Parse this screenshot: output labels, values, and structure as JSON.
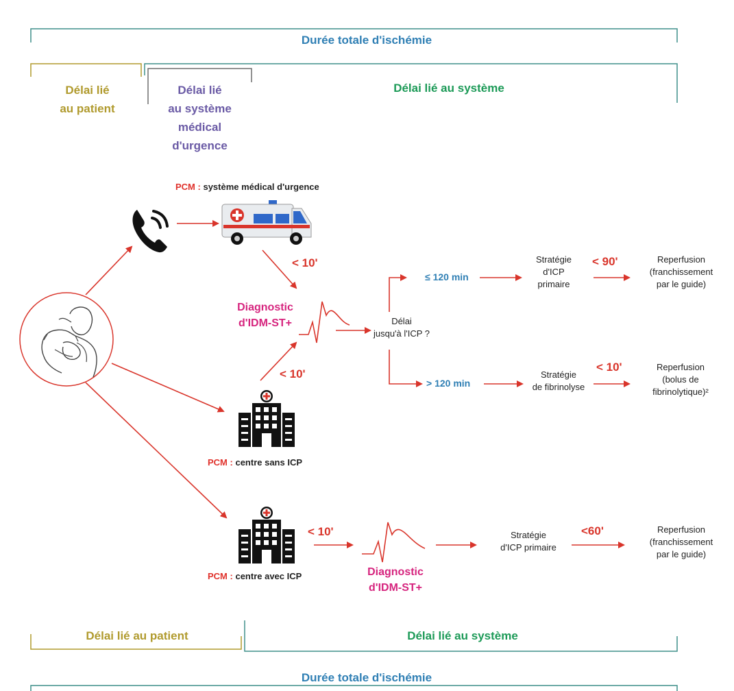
{
  "top": {
    "total_ischemia": "Durée totale d'ischémie",
    "patient_delay": [
      "Délai lié",
      "au patient"
    ],
    "ems_delay": [
      "Délai lié",
      "au système",
      "médical",
      "d'urgence"
    ],
    "system_delay": "Délai lié au système"
  },
  "bottom": {
    "patient_delay": "Délai lié au patient",
    "system_delay": "Délai lié au système",
    "total_ischemia": "Durée totale d'ischémie"
  },
  "pcm_prefix": "PCM :",
  "pcm_ems": "système médical d'urgence",
  "pcm_no_icp": "centre sans ICP",
  "pcm_with_icp": "centre avec ICP",
  "times": {
    "ambulance_to_diag": "< 10'",
    "center_to_diag": "< 10'",
    "le120": "≤ 120 min",
    "gt120": "> 120 min",
    "lt90": "< 90'",
    "lt10_fib": "< 10'",
    "icp_center_to_diag": "< 10'",
    "lt60": "<60'"
  },
  "diagnostic": [
    "Diagnostic",
    "d'IDM-ST+"
  ],
  "delay_question": [
    "Délai",
    "jusqu'à l'ICP ?"
  ],
  "strategy_icp_primary_upper": [
    "Stratégie",
    "d'ICP",
    "primaire"
  ],
  "strategy_fibrinolysis": [
    "Stratégie",
    "de fibrinolyse"
  ],
  "strategy_icp_primary_lower": [
    "Stratégie",
    "d'ICP primaire"
  ],
  "reperfusion_guide_upper": [
    "Reperfusion",
    "(franchissement",
    "par le guide)"
  ],
  "reperfusion_bolus": [
    "Reperfusion",
    "(bolus de",
    "fibrinolytique)²"
  ],
  "reperfusion_guide_lower": [
    "Reperfusion",
    "(franchissement",
    "par le guide)"
  ],
  "colors": {
    "blue": "#2f7fb4",
    "gold": "#b09a2d",
    "purple": "#6a5aa5",
    "green": "#1c9a57",
    "teal": "#3f8f8a",
    "red": "#d9352b",
    "magenta": "#d6247e"
  },
  "icons": [
    "phone-icon",
    "ambulance-icon",
    "hospital-icon",
    "ecg-icon",
    "patient-chest-pain-illustration"
  ]
}
